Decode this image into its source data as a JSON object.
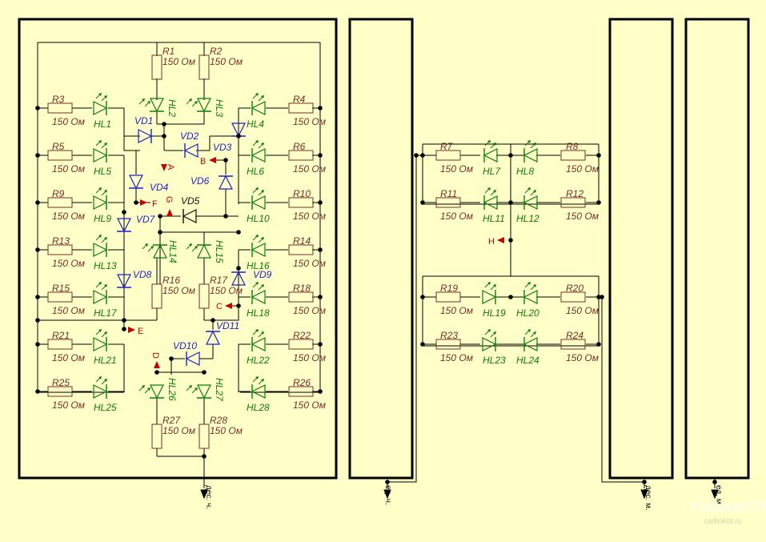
{
  "resistor_value": "150 Ом",
  "resistors": [
    "R1",
    "R2",
    "R3",
    "R4",
    "R5",
    "R6",
    "R7",
    "R8",
    "R9",
    "R10",
    "R11",
    "R12",
    "R13",
    "R14",
    "R15",
    "R16",
    "R17",
    "R18",
    "R19",
    "R20",
    "R21",
    "R22",
    "R23",
    "R24",
    "R25",
    "R26",
    "R27",
    "R28"
  ],
  "leds": [
    "HL1",
    "HL2",
    "HL3",
    "HL4",
    "HL5",
    "HL6",
    "HL7",
    "HL8",
    "HL9",
    "HL10",
    "HL11",
    "HL12",
    "HL13",
    "HL14",
    "HL15",
    "HL16",
    "HL17",
    "HL18",
    "HL19",
    "HL20",
    "HL21",
    "HL22",
    "HL23",
    "HL24",
    "HL25",
    "HL26",
    "HL27",
    "HL28"
  ],
  "diodes": [
    "VD1",
    "VD2",
    "VD3",
    "VD4",
    "VD5",
    "VD6",
    "VD7",
    "VD8",
    "VD9",
    "VD10",
    "VD11"
  ],
  "points": [
    "A",
    "B",
    "C",
    "D",
    "E",
    "F",
    "G",
    "H"
  ],
  "outputs": [
    "дес. ч.",
    "ед. ч.",
    "дес. м.",
    "ед. м."
  ],
  "watermark": {
    "logo": "РадиоКОТ",
    "site": "radiokot.ru"
  },
  "colors": {
    "background": "#ffffc8",
    "wire": "#000000",
    "led": "#0b7d0b",
    "diode": "#1e1ec8",
    "resistor_label": "#7a2b2b",
    "point": "#c80000"
  }
}
